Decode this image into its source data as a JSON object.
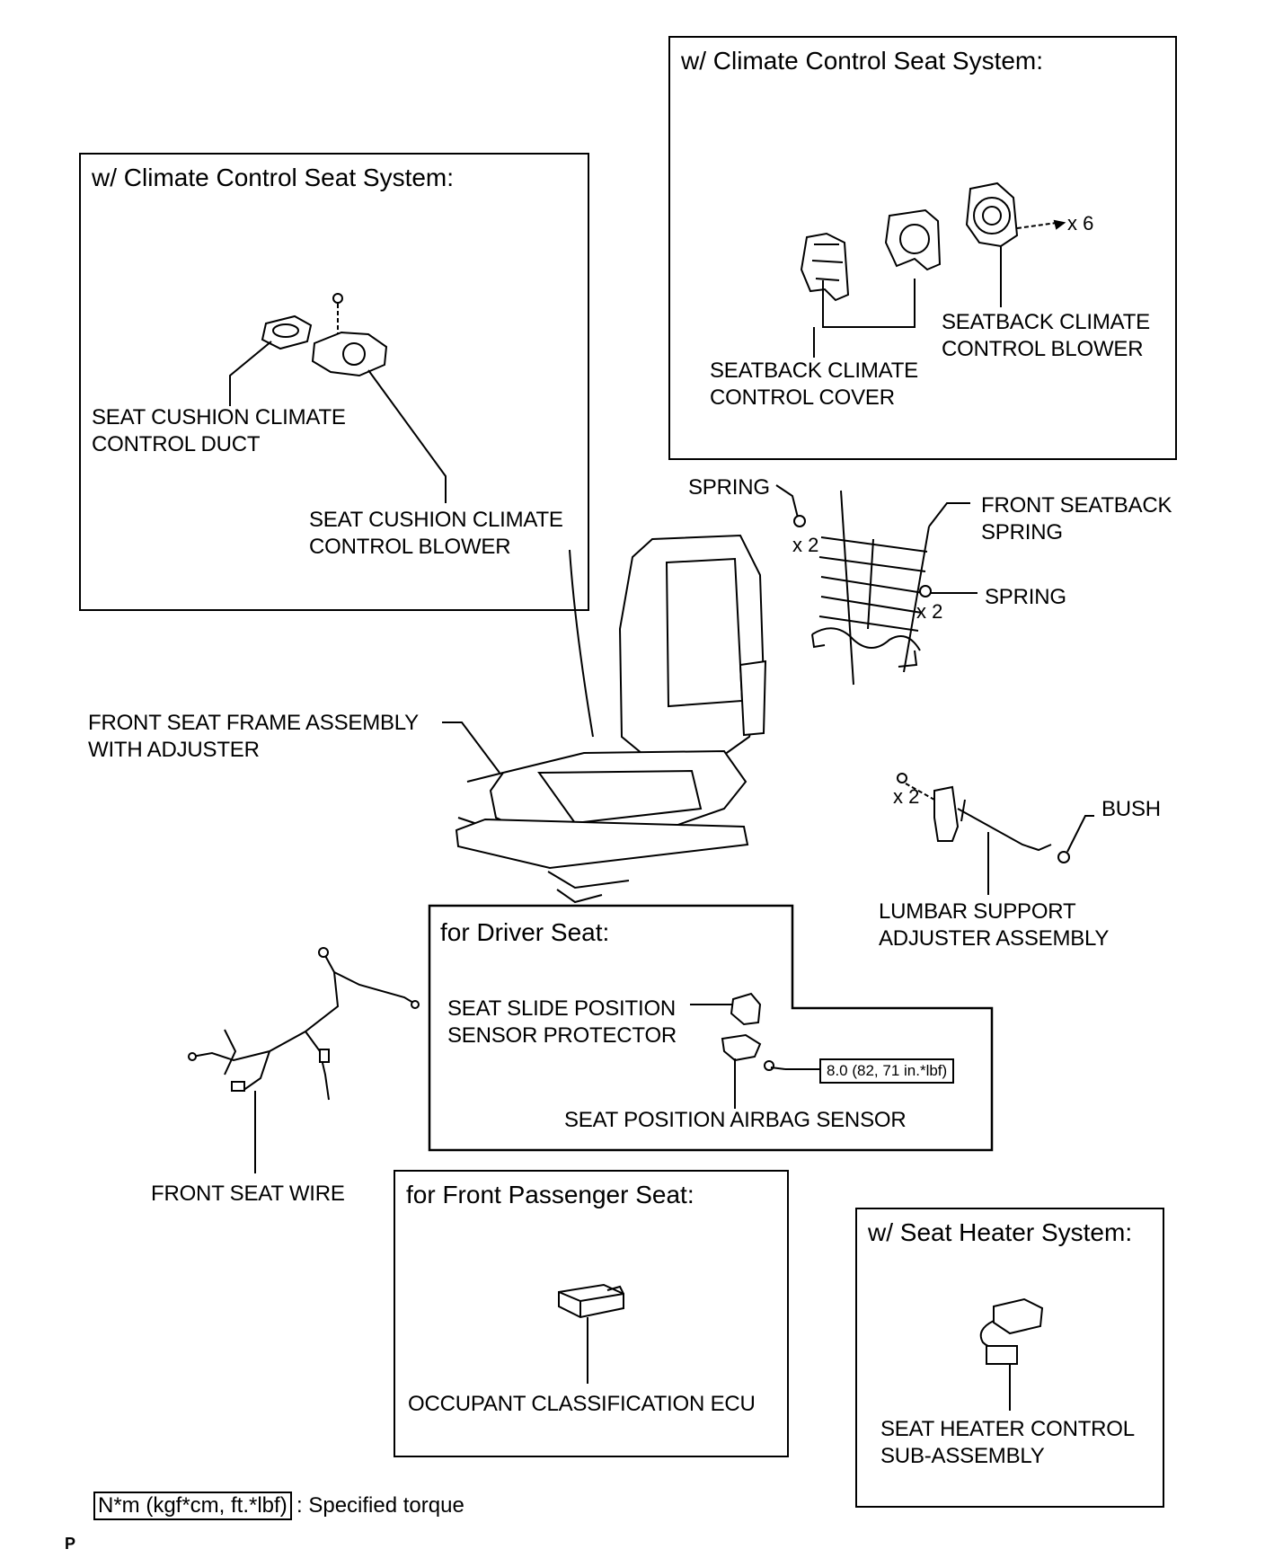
{
  "boxes": {
    "climate_seatback_title": "w/ Climate Control Seat System:",
    "climate_cushion_title": "w/ Climate Control Seat System:",
    "driver_title": "for Driver Seat:",
    "passenger_title": "for Front Passenger Seat:",
    "heater_title": "w/ Seat Heater System:"
  },
  "parts": {
    "seatback_cover": [
      "SEATBACK CLIMATE",
      "CONTROL COVER"
    ],
    "seatback_blower": [
      "SEATBACK CLIMATE",
      "CONTROL BLOWER"
    ],
    "cushion_duct": [
      "SEAT CUSHION CLIMATE",
      "CONTROL DUCT"
    ],
    "cushion_blower": [
      "SEAT CUSHION CLIMATE",
      "CONTROL BLOWER"
    ],
    "spring_top": "SPRING",
    "spring_right": "SPRING",
    "front_seatback_spring": [
      "FRONT SEATBACK",
      "SPRING"
    ],
    "frame_assembly": [
      "FRONT SEAT FRAME ASSEMBLY",
      "WITH ADJUSTER"
    ],
    "bush": "BUSH",
    "lumbar": [
      "LUMBAR SUPPORT",
      "ADJUSTER ASSEMBLY"
    ],
    "slide_protector": [
      "SEAT SLIDE POSITION",
      "SENSOR PROTECTOR"
    ],
    "airbag_sensor": "SEAT POSITION AIRBAG SENSOR",
    "front_seat_wire": "FRONT SEAT WIRE",
    "occupant_ecu": "OCCUPANT CLASSIFICATION ECU",
    "heater_control": [
      "SEAT HEATER CONTROL",
      "SUB-ASSEMBLY"
    ]
  },
  "quantities": {
    "blower_screws": "x 6",
    "spring_top": "x 2",
    "spring_right": "x 2",
    "lumbar_clips": "x 2"
  },
  "torque": {
    "airbag_sensor_bolt": "8.0 (82, 71 in.*lbf)"
  },
  "legend": {
    "unit_box": "N*m (kgf*cm, ft.*lbf)",
    "description": ": Specified torque"
  },
  "footer_mark": "P"
}
